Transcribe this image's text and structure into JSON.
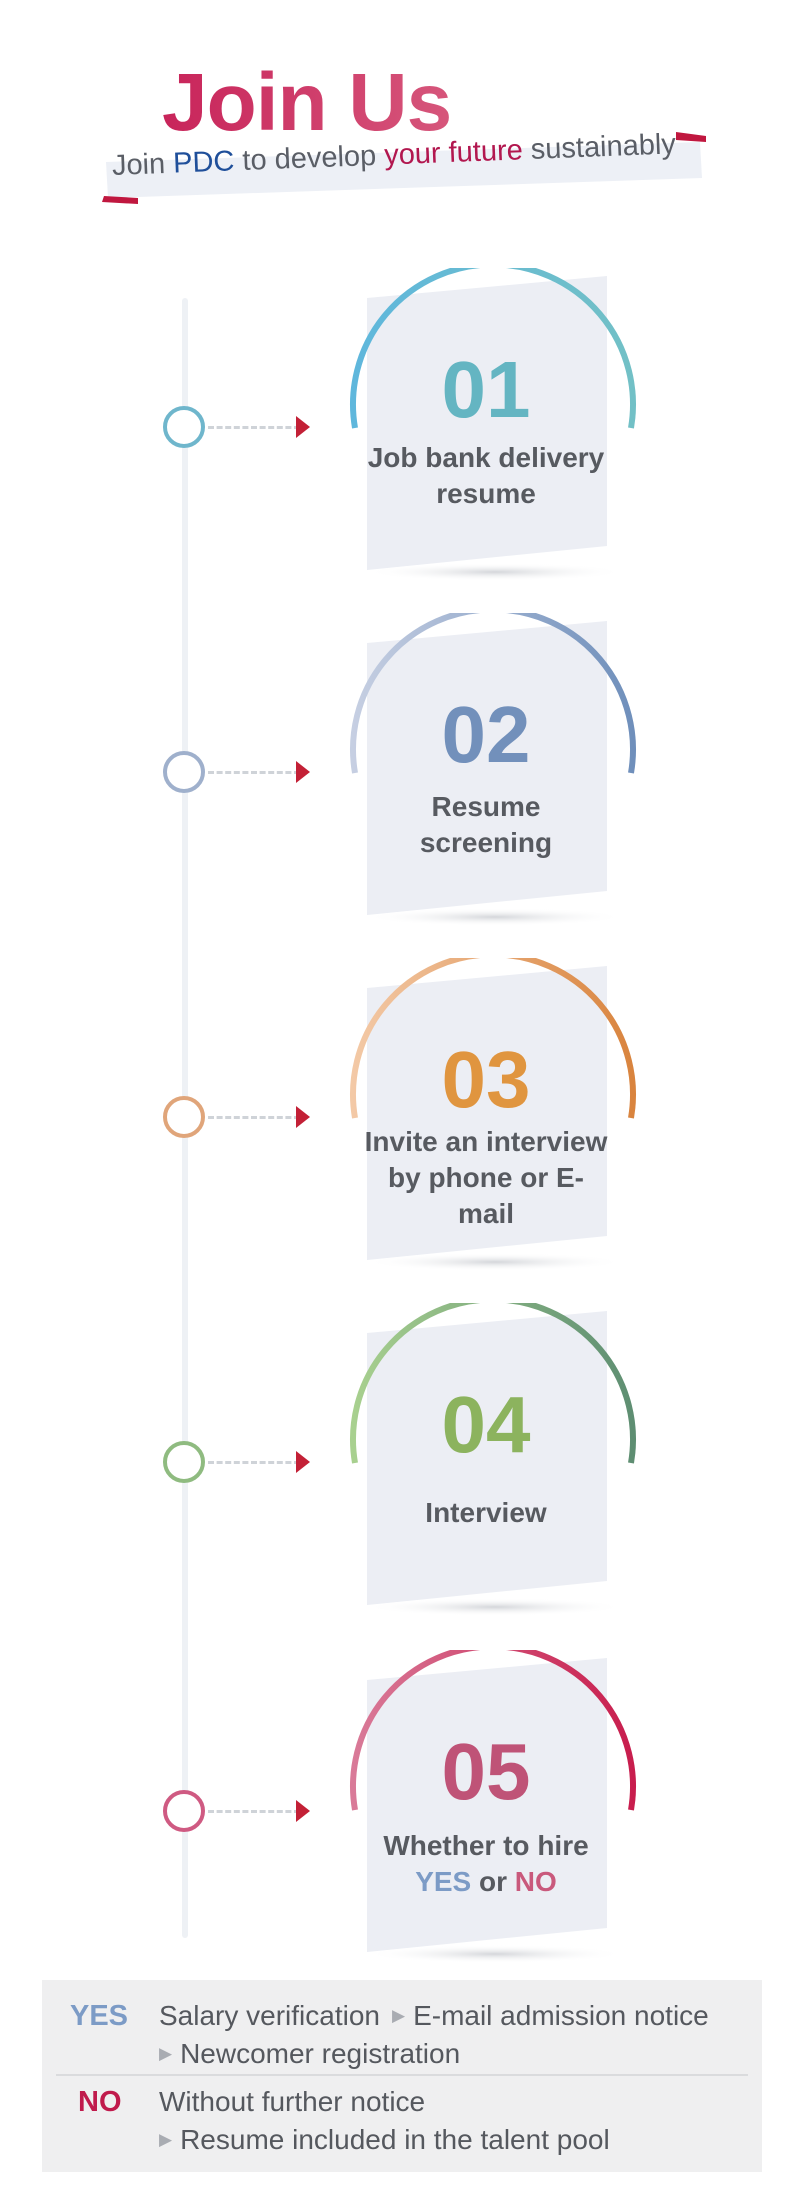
{
  "header": {
    "title": "Join Us",
    "subtitle_parts": [
      "Join ",
      "PDC",
      " to develop ",
      "your future",
      " sustainably"
    ]
  },
  "steps": [
    {
      "number": "01",
      "label": "Job bank delivery resume",
      "color_start": "#5fb7dc",
      "color_end": "#72c0c6"
    },
    {
      "number": "02",
      "label": "Resume screening",
      "color_start": "#c6cfe2",
      "color_end": "#6f8fbb"
    },
    {
      "number": "03",
      "label": "Invite an interview by phone or E-mail",
      "color_start": "#f3c9a6",
      "color_end": "#d9843e"
    },
    {
      "number": "04",
      "label": "Interview",
      "color_start": "#a8d08f",
      "color_end": "#5e8e72"
    },
    {
      "number": "05",
      "label": "Whether to hire",
      "color_start": "#d97a98",
      "color_end": "#c81d4d",
      "yes": "YES",
      "or": "or",
      "no": "NO"
    }
  ],
  "outcomes": {
    "yes": {
      "tag": "YES",
      "items": [
        "Salary verification",
        "E-mail admission notice",
        "Newcomer registration"
      ]
    },
    "no": {
      "tag": "NO",
      "items": [
        "Without further notice",
        "Resume included in the talent pool"
      ]
    }
  },
  "colors": {
    "title": "#c8245a",
    "brand_blue": "#1f4f9a",
    "brand_red": "#b2174f",
    "arrow": "#c32036",
    "card_bg": "#eceef4",
    "yes_tag": "#7c9bc6",
    "no_tag": "#c01a4c"
  }
}
